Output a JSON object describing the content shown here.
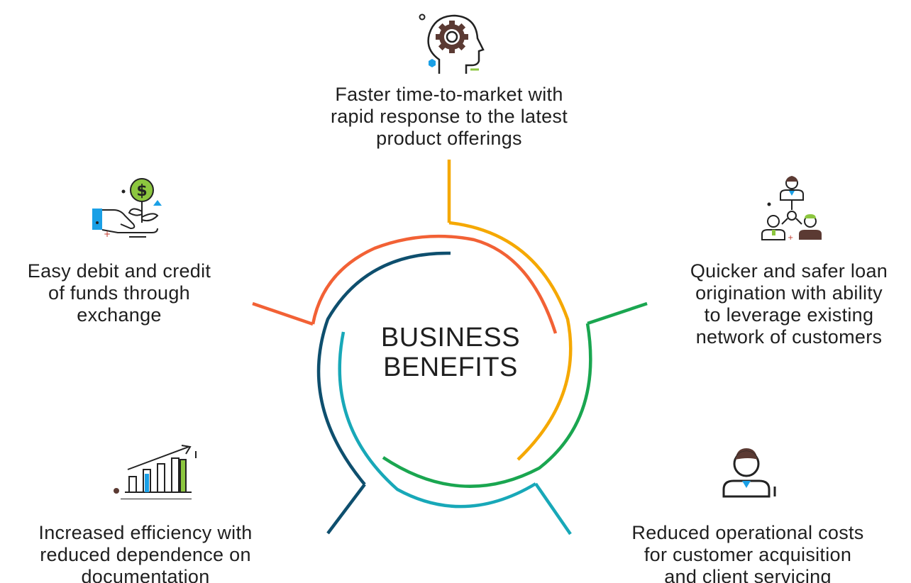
{
  "diagram": {
    "center_title": "BUSINESS\nBENEFITS",
    "benefits": [
      {
        "key": "time-to-market",
        "text": "Faster time-to-market with\nrapid response to the latest\nproduct offerings",
        "icon": "gear-head-icon",
        "color": "#f5a800"
      },
      {
        "key": "loan-origination",
        "text": "Quicker and safer loan\norigination with ability\nto leverage existing\nnetwork of customers",
        "icon": "network-people-icon",
        "color": "#1aa650"
      },
      {
        "key": "operational-costs",
        "text": "Reduced operational costs\nfor customer acquisition\nand client servicing",
        "icon": "user-icon",
        "color": "#18a8b8"
      },
      {
        "key": "efficiency",
        "text": "Increased efficiency with\nreduced dependence on\ndocumentation",
        "icon": "growth-chart-icon",
        "color": "#0e4f6e"
      },
      {
        "key": "debit-credit",
        "text": "Easy debit and credit\nof funds through\nexchange",
        "icon": "money-plant-hand-icon",
        "color": "#f26135"
      }
    ]
  }
}
